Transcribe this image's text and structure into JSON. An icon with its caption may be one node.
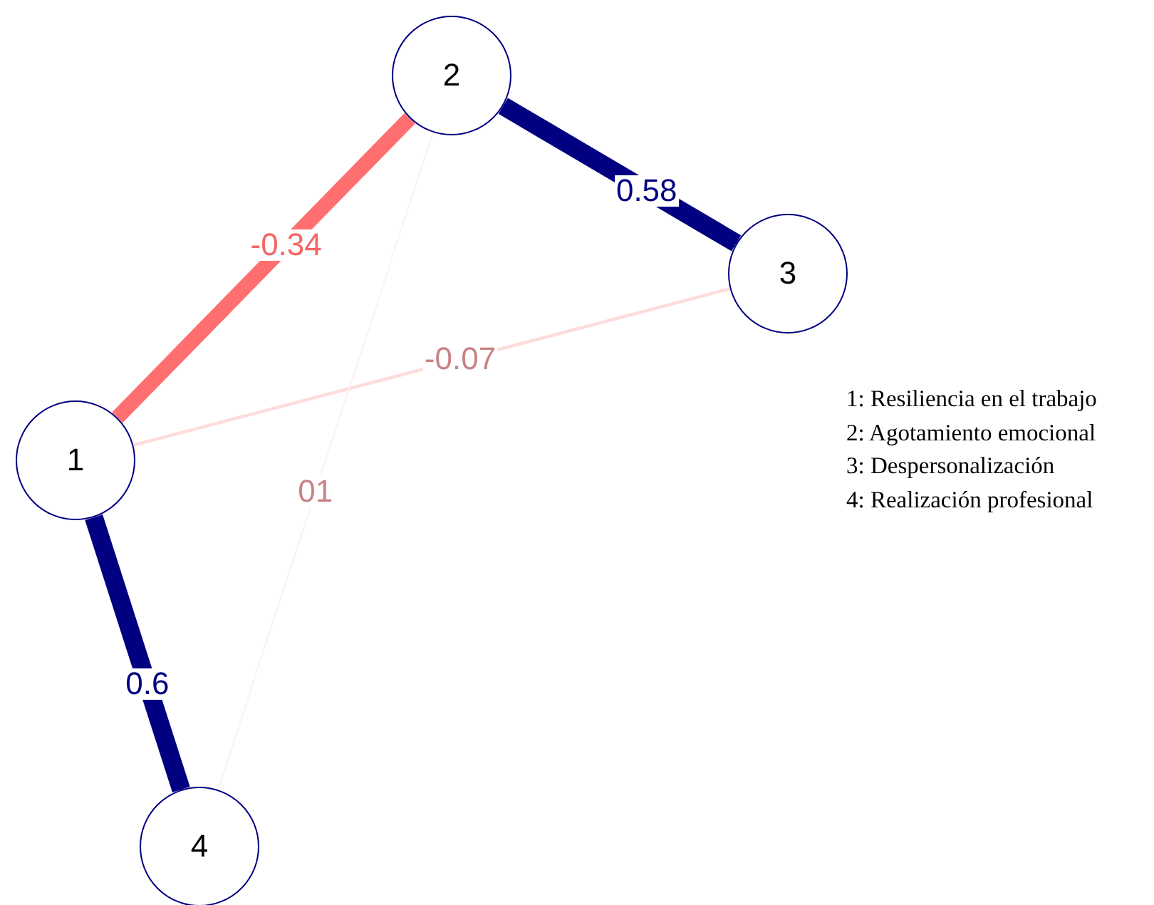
{
  "diagram": {
    "nodes": [
      {
        "text": [
          "1"
        ]
      },
      {
        "text": [
          "2"
        ]
      },
      {
        "text": [
          "3"
        ]
      },
      {
        "text": [
          "4"
        ]
      }
    ],
    "edges": [
      {
        "from": 0,
        "to": 1,
        "arrow": "none",
        "label": "-0.34",
        "color": "#ff6f6f"
      },
      {
        "from": 1,
        "to": 2,
        "arrow": "none",
        "label": "0.58",
        "color": "#000080"
      },
      {
        "from": 0,
        "to": 2,
        "arrow": "none",
        "label": "-0.07",
        "color": "#ffdcdc"
      },
      {
        "from": 0,
        "to": 3,
        "arrow": "none",
        "label": "0.6",
        "color": "#000080"
      },
      {
        "from": 1,
        "to": 3,
        "arrow": "none",
        "label": "01",
        "color": "#fff0f0"
      }
    ],
    "labels": [
      "1: Resiliencia en el trabajo",
      "2: Agotamiento emocional",
      "3: Despersonalización",
      "4: Realización profesional"
    ]
  }
}
